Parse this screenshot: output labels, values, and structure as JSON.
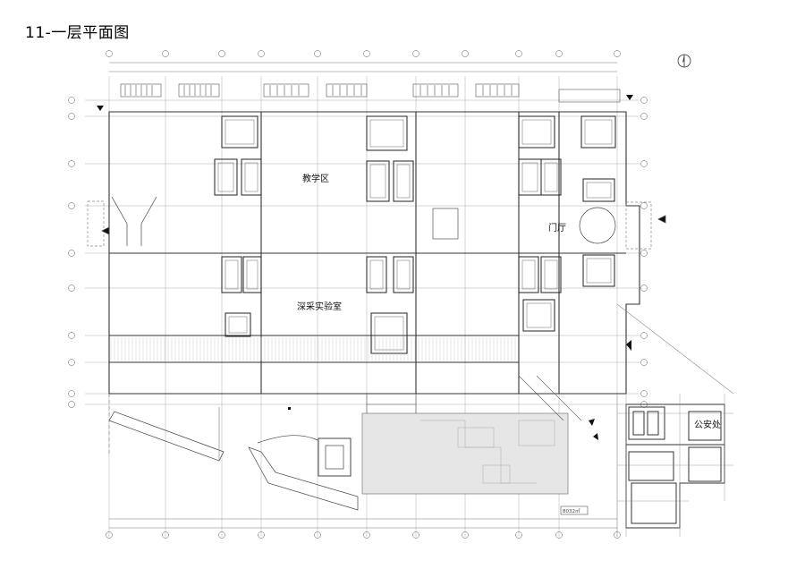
{
  "title": "11-一层平面图",
  "labels": {
    "teaching": "教学区",
    "lobby": "门厅",
    "lab": "深采实验室",
    "police": "公安处"
  },
  "area_note": "8032㎡",
  "colors": {
    "line": "#333333",
    "grid": "#8a8a8a",
    "hatch": "#d9d9d9",
    "shaded": "#e6e6e6"
  }
}
